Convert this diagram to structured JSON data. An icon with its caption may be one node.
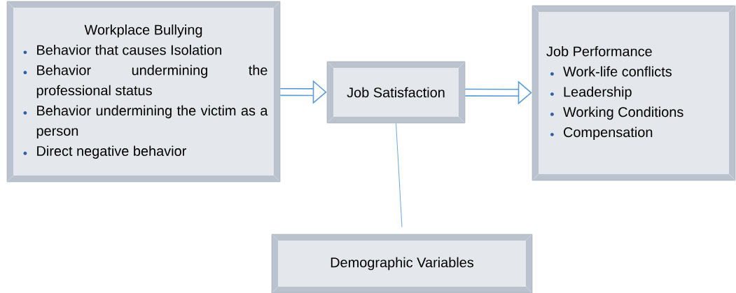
{
  "diagram": {
    "nodes": [
      {
        "text": [
          "Workplace Bullying",
          "Behavior that causes Isolation",
          "Behavior undermining the professional status",
          "Behavior undermining the victim as a person",
          "Direct negative behavior"
        ]
      },
      {
        "text": [
          "Job Satisfaction"
        ]
      },
      {
        "text": [
          "Job Performance",
          "Work-life conflicts",
          "Leadership",
          "Working Conditions",
          "Compensation"
        ]
      },
      {
        "text": [
          "Demographic Variables"
        ]
      }
    ],
    "edges": [
      {
        "from": 0,
        "to": 1,
        "arrow": "to"
      },
      {
        "from": 1,
        "to": 2,
        "arrow": "to"
      },
      {
        "from": 1,
        "to": 3,
        "arrow": "none"
      }
    ]
  }
}
